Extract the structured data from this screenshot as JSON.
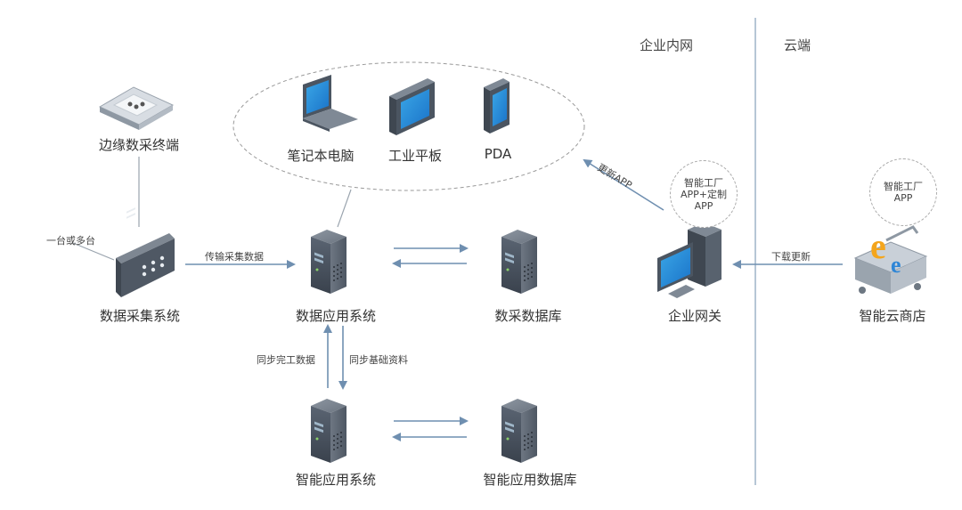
{
  "zones": {
    "intranet": "企业内网",
    "cloud": "云端"
  },
  "nodes": {
    "edge": "边缘数采终端",
    "collector": "数据采集系统",
    "app_system": "数据应用系统",
    "collect_db": "数采数据库",
    "smart_system": "智能应用系统",
    "smart_db": "智能应用数据库",
    "gateway": "企业网关",
    "cloud_store": "智能云商店",
    "laptop": "笔记本电脑",
    "tablet": "工业平板",
    "pda": "PDA"
  },
  "edge_labels": {
    "one_or_many": "一台或多台",
    "transfer": "传输采集数据",
    "sync_done": "同步完工数据",
    "sync_base": "同步基础资料",
    "update_app": "更新APP",
    "download": "下载更新"
  },
  "bubbles": {
    "gateway_line1": "智能工厂",
    "gateway_line2": "APP+定制",
    "gateway_line3": "APP",
    "store_line1": "智能工厂",
    "store_line2": "APP"
  },
  "colors": {
    "arrow": "#6f8fb0",
    "line": "#9aa4ae",
    "divider": "#9db3c8",
    "server": "#4a5563"
  }
}
